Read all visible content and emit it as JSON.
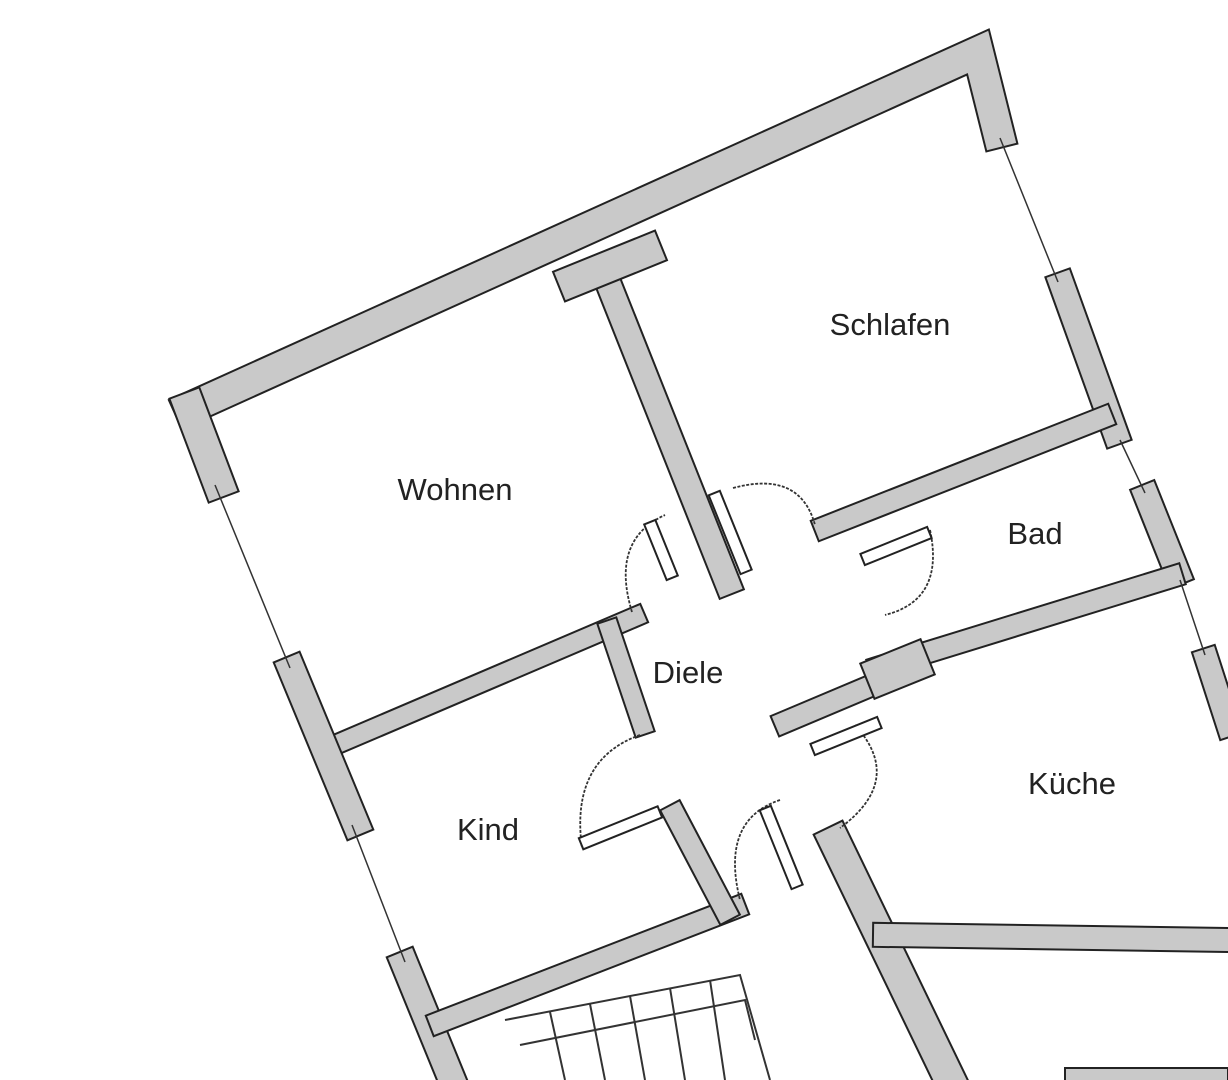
{
  "rooms": {
    "schlafen": "Schlafen",
    "wohnen": "Wohnen",
    "bad": "Bad",
    "diele": "Diele",
    "kind": "Kind",
    "kueche": "Küche"
  },
  "colors": {
    "wall_fill": "#c9c9c9",
    "wall_outline": "#222222",
    "background": "#ffffff"
  }
}
